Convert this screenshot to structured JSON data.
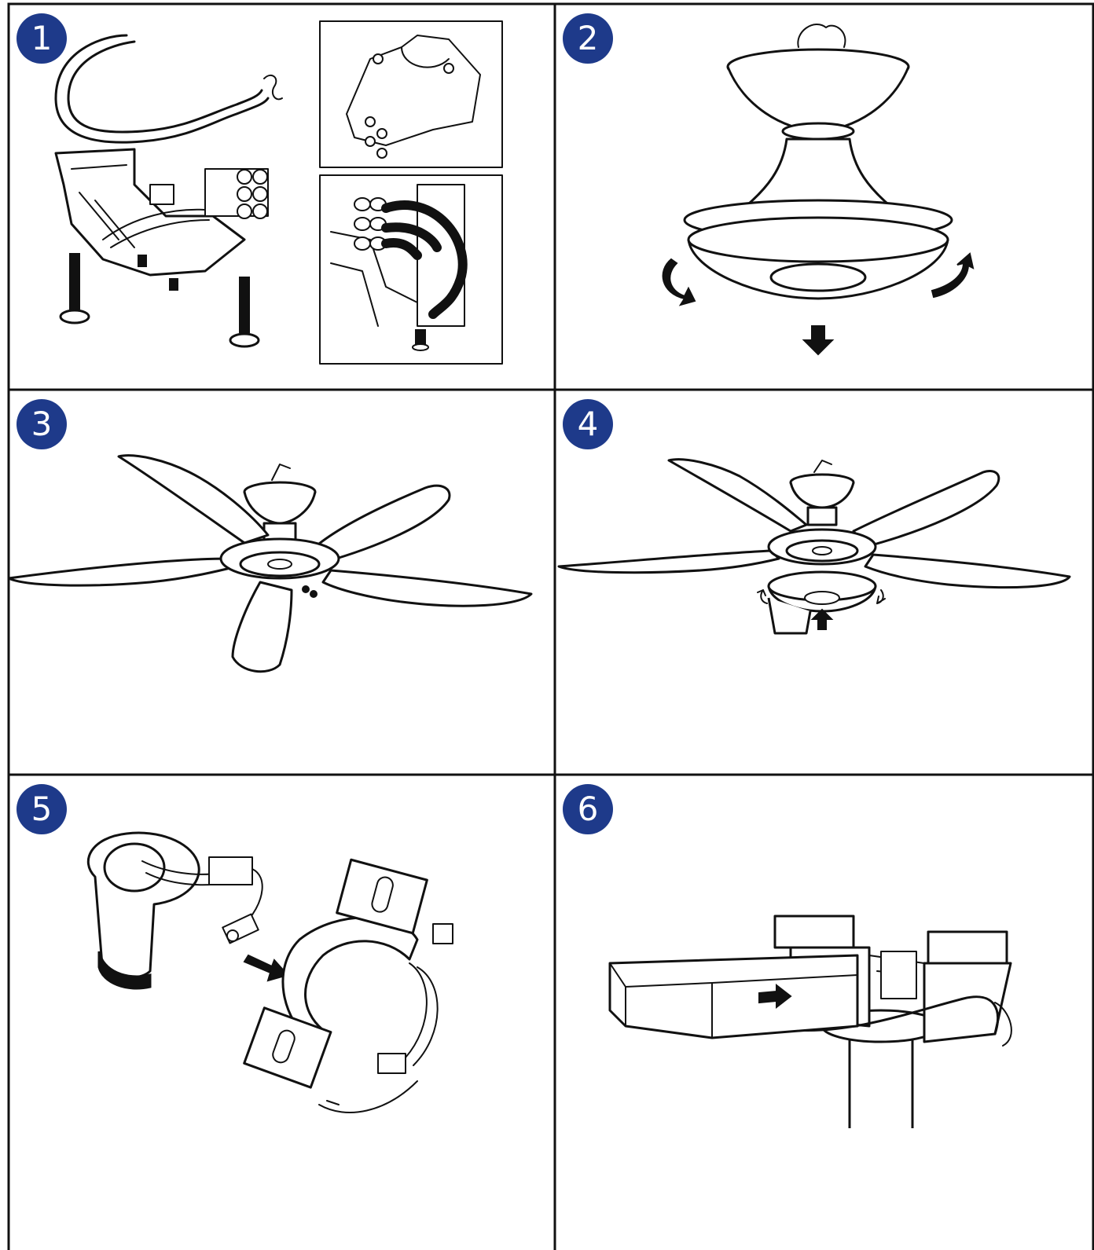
{
  "steps": [
    {
      "number": "1",
      "subject": "mounting-bracket-wiring"
    },
    {
      "number": "2",
      "subject": "remove-canopy-cover"
    },
    {
      "number": "3",
      "subject": "attach-blades"
    },
    {
      "number": "4",
      "subject": "install-light-housing"
    },
    {
      "number": "5",
      "subject": "connect-wiring-plug"
    },
    {
      "number": "6",
      "subject": "insert-receiver-box"
    }
  ],
  "colors": {
    "badge": "#1e3a8a",
    "badge_text": "#ffffff",
    "line_art": "#111111",
    "grid": "#111111",
    "background": "#ffffff"
  }
}
